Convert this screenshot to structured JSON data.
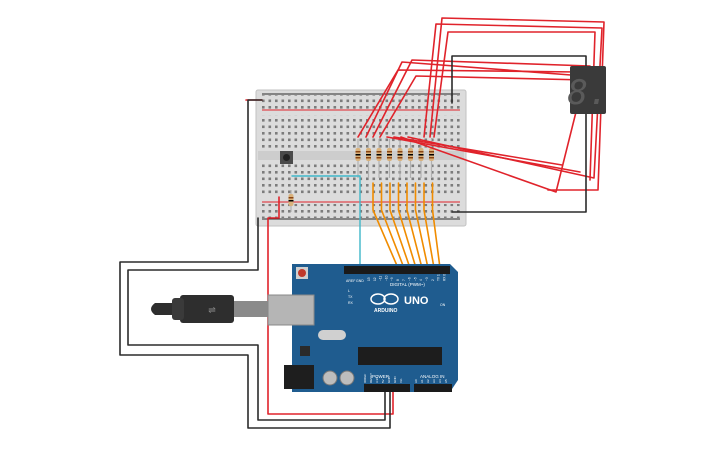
{
  "board": {
    "logo_text": "UNO",
    "brand_text": "ARDUINO",
    "digital_header": "DIGITAL (PWM~)",
    "power_header": "POWER",
    "analog_header": "ANALOG IN",
    "aref_label": "AREF",
    "gnd_label": "GND",
    "tx_label": "TX",
    "rx_label": "RX",
    "on_label": "ON",
    "l_label": "L",
    "digital_pins": [
      "13",
      "12",
      "~11",
      "~10",
      "~9",
      "8",
      "7",
      "~6",
      "~5",
      "4",
      "~3",
      "2",
      "TX 1",
      "RX 0"
    ],
    "power_pins": [
      "IOREF",
      "RESET",
      "3.3V",
      "5V",
      "GND",
      "GND",
      "Vin"
    ],
    "analog_pins": [
      "A0",
      "A1",
      "A2",
      "A3",
      "A4",
      "A5"
    ]
  },
  "display": {
    "digit": "8."
  },
  "colors": {
    "wire_red": "#e0232b",
    "wire_black": "#2b2b2b",
    "wire_orange": "#f08c00",
    "wire_teal": "#3fb7c9",
    "board_blue": "#1f5c8f",
    "breadboard": "#dcdcdc"
  }
}
